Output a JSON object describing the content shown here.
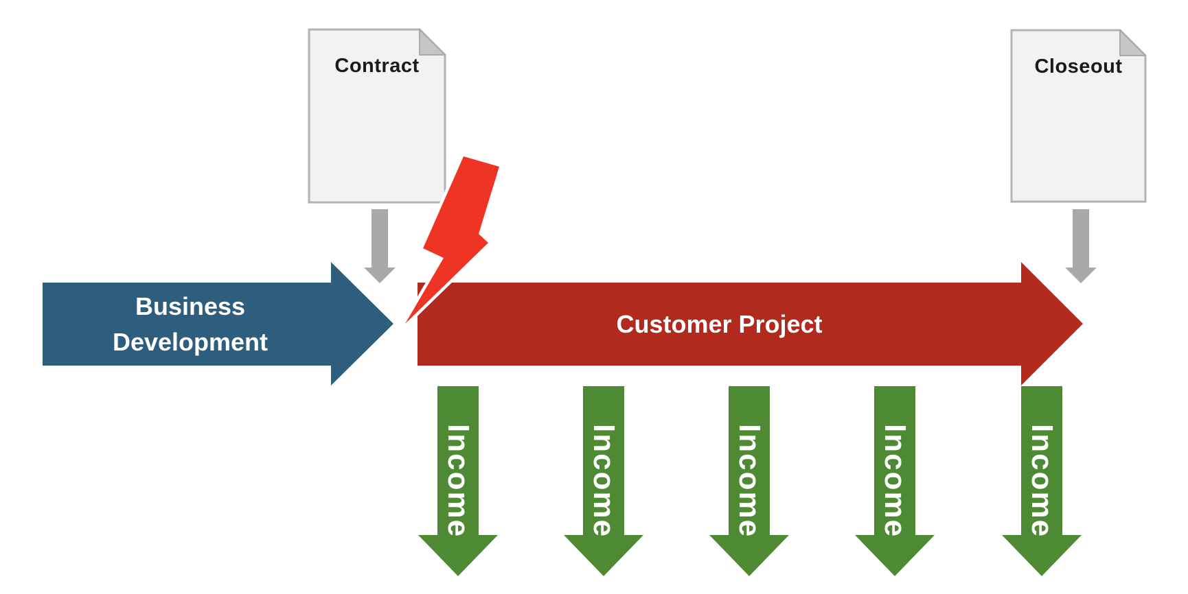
{
  "diagram": {
    "documents": {
      "contract": {
        "label": "Contract"
      },
      "closeout": {
        "label": "Closeout"
      }
    },
    "phases": {
      "business": {
        "label": "Business Development"
      },
      "customer": {
        "label": "Customer Project"
      }
    },
    "income": {
      "label": "Income",
      "count": 5
    },
    "colors": {
      "business_arrow": "#2E5E7D",
      "customer_arrow": "#B2291D",
      "lightning": "#EE3424",
      "income_arrow": "#4E8A33",
      "connector_arrow": "#A9A9A9",
      "document_fill": "#F2F2F2",
      "document_border": "#B3B3B3",
      "document_fold": "#C6C6C6",
      "label_text": "#1A1A1A",
      "arrow_text": "#FFFFFF"
    }
  }
}
